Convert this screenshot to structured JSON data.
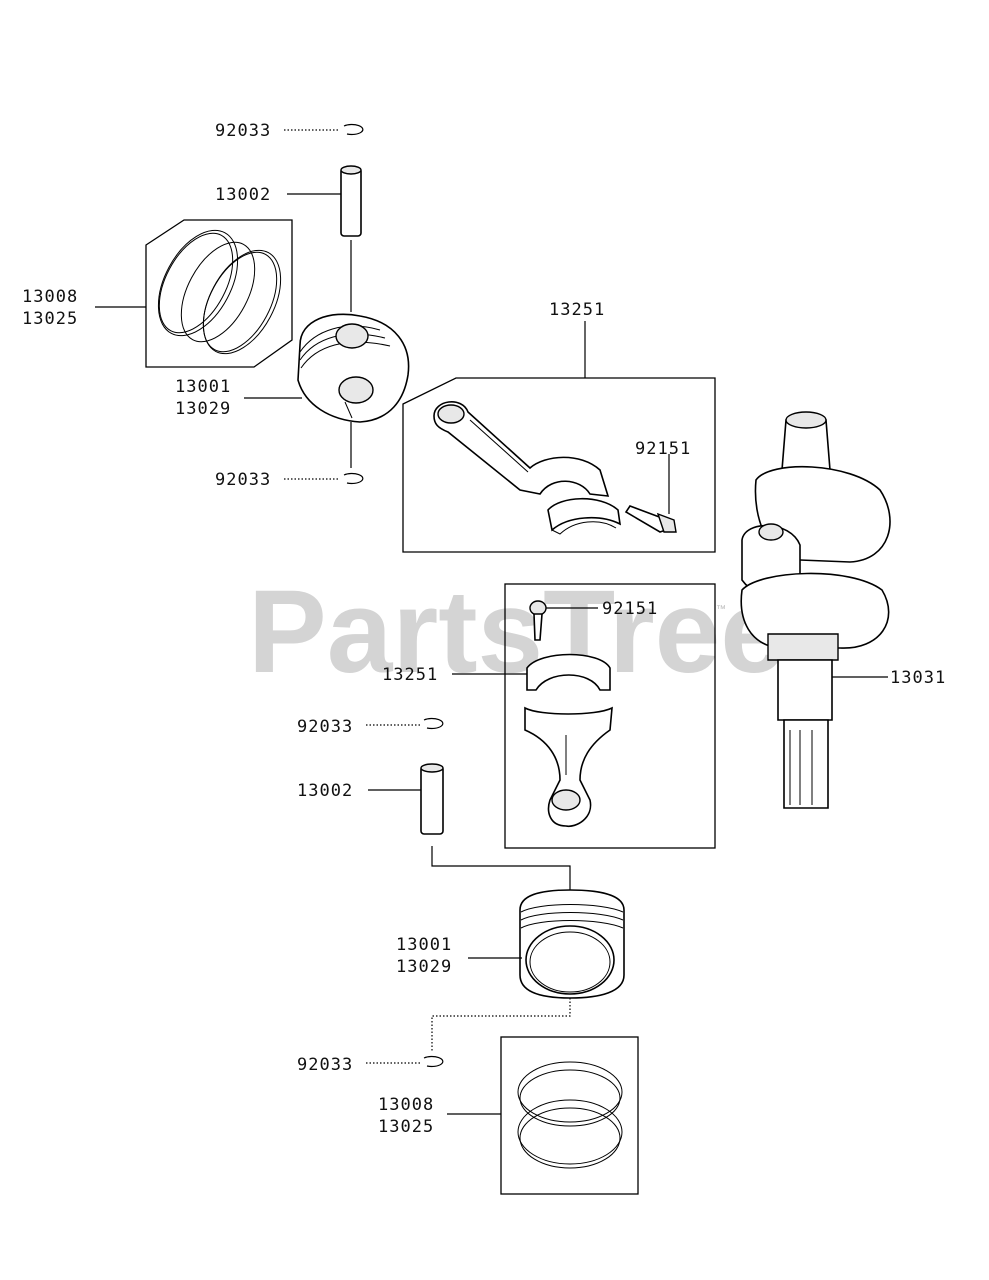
{
  "watermark": {
    "text": "PartsTree",
    "trademark": "™"
  },
  "labels": {
    "clip_top_upper": "92033",
    "pin_upper": "13002",
    "rings_upper_a": "13008",
    "rings_upper_b": "13025",
    "piston_upper_a": "13001",
    "piston_upper_b": "13029",
    "clip_top_lower": "92033",
    "rod_upper": "13251",
    "bolt_upper": "92151",
    "bolt_lower": "92151",
    "rod_lower": "13251",
    "crankshaft": "13031",
    "clip_bottom_upper": "92033",
    "pin_lower": "13002",
    "piston_lower_a": "13001",
    "piston_lower_b": "13029",
    "clip_bottom_lower": "92033",
    "rings_lower_a": "13008",
    "rings_lower_b": "13025"
  },
  "icons": [
    "piston-icon",
    "piston-pin-icon",
    "circlip-icon",
    "piston-ring-set-icon",
    "connecting-rod-icon",
    "bolt-icon",
    "crankshaft-icon"
  ]
}
